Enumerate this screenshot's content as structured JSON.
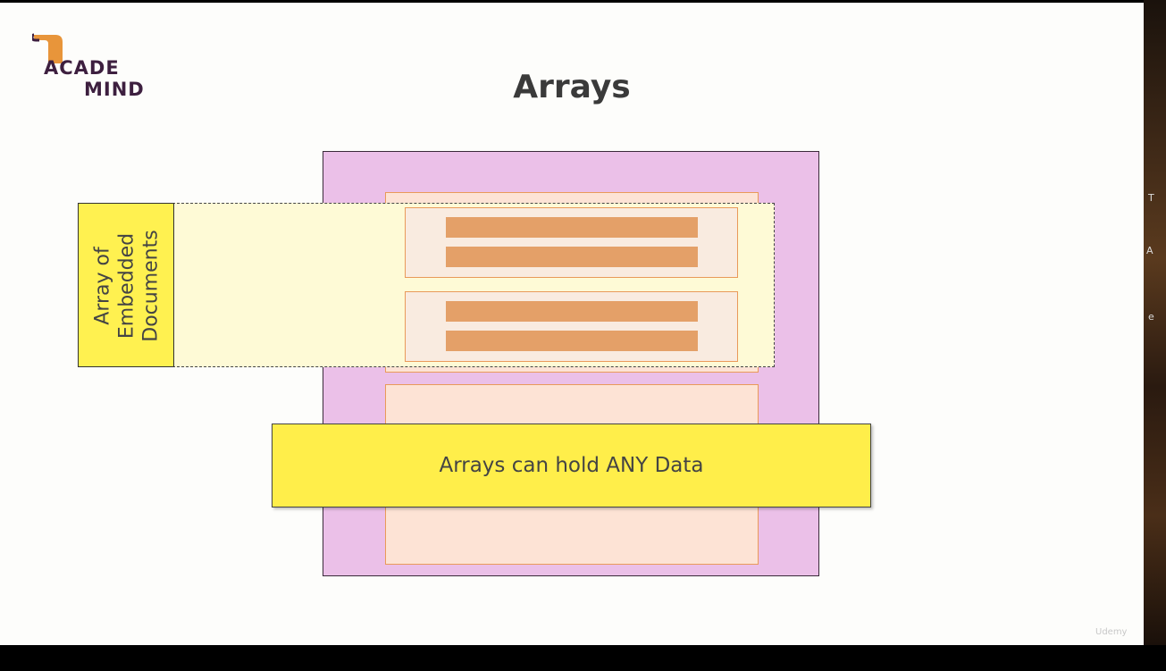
{
  "logo": {
    "line1": "ACADE",
    "line2": "MIND"
  },
  "title": "Arrays",
  "side_label": {
    "line1": "Array of",
    "line2": "Embedded",
    "line3": "Documents"
  },
  "banner_text": "Arrays can hold ANY Data",
  "watermark": "Udemy",
  "edge_chars": [
    "T",
    "A",
    "e"
  ],
  "colors": {
    "document": "#ebc0e8",
    "field": "#fde3d5",
    "highlight": "#fefad6",
    "label": "#fff150",
    "bar": "#e4a068"
  }
}
